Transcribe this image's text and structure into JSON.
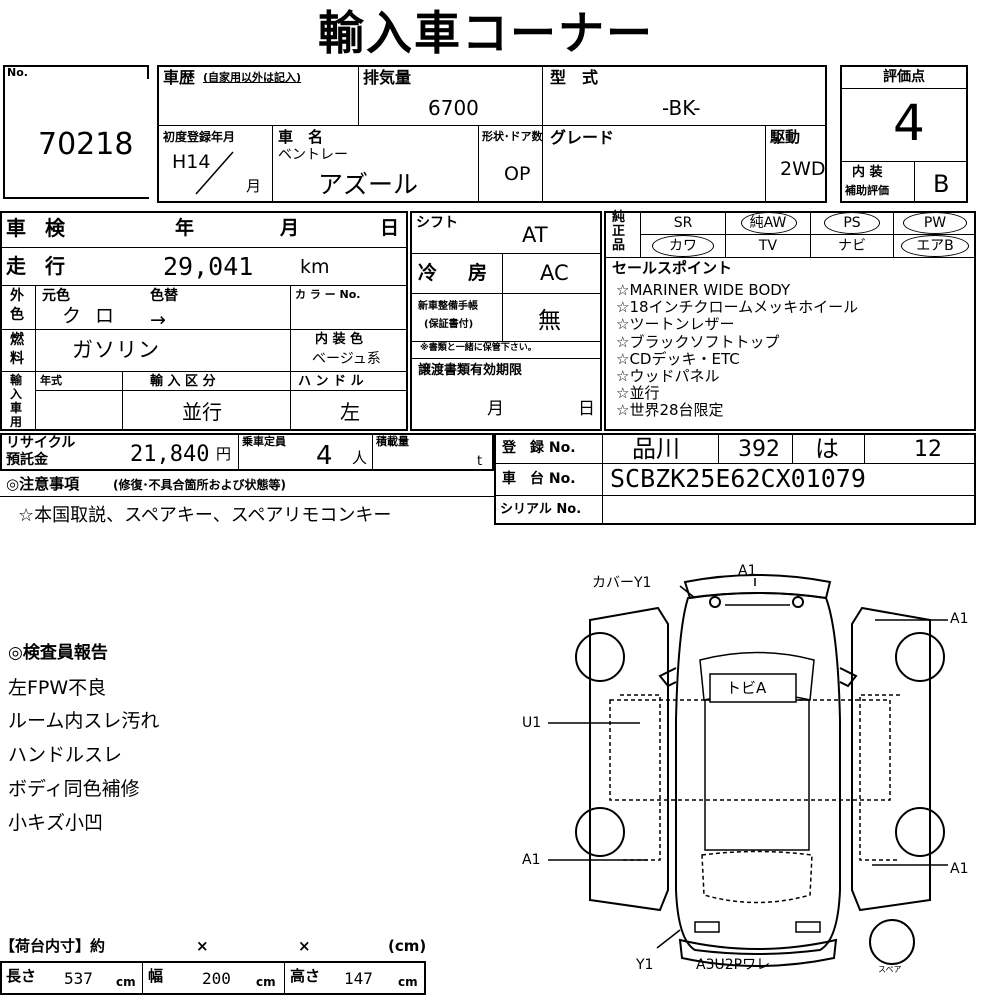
{
  "title": "輸入車コーナー",
  "lot": {
    "label": "No.",
    "number": "70218"
  },
  "history": {
    "label": "車歴",
    "note": "(自家用以外は記入)"
  },
  "displacement": {
    "label": "排気量",
    "value": "6700"
  },
  "model_type": {
    "label": "型　式",
    "value": "-BK-"
  },
  "score": {
    "label": "評価点",
    "value": "4",
    "interior_label_1": "内 装",
    "interior_label_2": "補助評価",
    "interior_value": "B"
  },
  "first_reg": {
    "label": "初度登録年月",
    "year": "H14",
    "month_unit": "月"
  },
  "car_name": {
    "label": "車　名",
    "maker": "ベントレー",
    "model": "アズール"
  },
  "doors": {
    "label": "形状･ドア数",
    "value": "OP"
  },
  "grade": {
    "label": "グレード"
  },
  "drive": {
    "label": "駆動",
    "value": "2WD"
  },
  "inspection": {
    "label": "車 検",
    "year": "年",
    "month": "月",
    "day": "日"
  },
  "mileage": {
    "label": "走 行",
    "value": "29,041",
    "unit": "km"
  },
  "shift": {
    "label": "シフト",
    "value": "AT"
  },
  "aircon": {
    "label": "冷　房",
    "value": "AC"
  },
  "color": {
    "label_1": "外",
    "label_2": "色",
    "orig_label": "元色",
    "change_label": "色替",
    "orig_value": "ク ロ",
    "arrow": "→",
    "color_no_label": "カ ラ ー No."
  },
  "fuel": {
    "label_1": "燃",
    "label_2": "料",
    "value": "ガソリン",
    "interior_label": "内 装 色",
    "interior_value": "ベージュ系"
  },
  "manual": {
    "label_1": "新車整備手帳",
    "label_2": "(保証書付)",
    "value": "無",
    "note": "※書類と一緒に保管下さい。"
  },
  "import": {
    "label_1": "輸",
    "label_2": "入",
    "label_3": "車",
    "label_4": "用",
    "year_label": "年式",
    "type_label": "輸 入 区 分",
    "type_value": "並行",
    "handle_label": "ハ ン ド ル",
    "handle_value": "左"
  },
  "transfer": {
    "label": "譲渡書類有効期限",
    "month": "月",
    "day": "日"
  },
  "equipment": {
    "label_1": "純",
    "label_2": "正",
    "label_3": "品",
    "row1": [
      {
        "name": "SR",
        "circled": false
      },
      {
        "name": "純AW",
        "circled": true
      },
      {
        "name": "PS",
        "circled": true
      },
      {
        "name": "PW",
        "circled": true
      }
    ],
    "row2": [
      {
        "name": "カワ",
        "circled": true
      },
      {
        "name": "TV",
        "circled": false
      },
      {
        "name": "ナビ",
        "circled": false
      },
      {
        "name": "エアB",
        "circled": true
      }
    ]
  },
  "sales_points": {
    "label": "セールスポイント",
    "items": [
      "☆MARINER WIDE BODY",
      "☆18インチクロームメッキホイール",
      "☆ツートンレザー",
      "☆ブラックソフトトップ",
      "☆CDデッキ・ETC",
      "☆ウッドパネル",
      "☆並行",
      "☆世界28台限定"
    ]
  },
  "recycle": {
    "label_1": "リサイクル",
    "label_2": "預託金",
    "value": "21,840",
    "unit": "円"
  },
  "capacity": {
    "label": "乗車定員",
    "value": "4",
    "unit": "人"
  },
  "load": {
    "label": "積載量",
    "unit": "t"
  },
  "registration": {
    "label": "登　録 No.",
    "area": "品川",
    "class": "392",
    "kana": "は",
    "number": "12"
  },
  "chassis": {
    "label": "車　台 No.",
    "value": "SCBZK25E62CX01079"
  },
  "serial": {
    "label": "シリアル No."
  },
  "notes": {
    "label": "◎注意事項",
    "sub": "(修復･不具合箇所および状態等)",
    "text": "☆本国取説、スペアキー、スペアリモコンキー"
  },
  "inspector": {
    "label": "◎検査員報告",
    "items": [
      "左FPW不良",
      "ルーム内スレ汚れ",
      "ハンドルスレ",
      "ボディ同色補修",
      "小キズ小凹"
    ]
  },
  "cargo": {
    "label": "【荷台内寸】約",
    "x1": "×",
    "x2": "×",
    "unit_paren": "(cm)",
    "length_label": "長さ",
    "length_value": "537",
    "width_label": "幅",
    "width_value": "200",
    "height_label": "高さ",
    "height_value": "147",
    "unit": "cm"
  },
  "diagram": {
    "cover": "カバーY1",
    "front": "A1",
    "right_front": "A1",
    "u1": "U1",
    "tobi": "トビA",
    "left_rear": "A1",
    "right_rear": "A1",
    "y1": "Y1",
    "rear": "A3U2Pワレ",
    "spare": "スペア"
  }
}
